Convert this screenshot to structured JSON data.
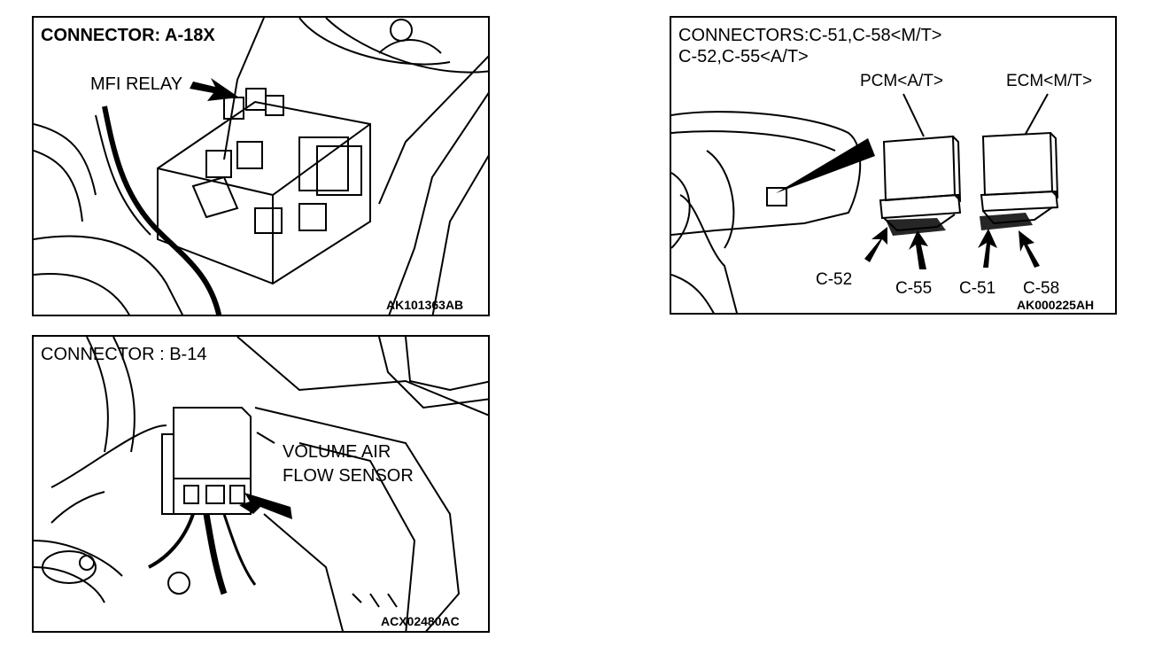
{
  "panels": {
    "a": {
      "title": "CONNECTOR: A-18X",
      "callout": "MFI RELAY",
      "figure_code": "AK101363AB"
    },
    "b": {
      "title": "CONNECTOR : B-14",
      "callout_line1": "VOLUME AIR",
      "callout_line2": "FLOW SENSOR",
      "figure_code": "ACX02480AC"
    },
    "c": {
      "title_line1": "CONNECTORS:C-51,C-58<M/T>",
      "title_line2": "C-52,C-55<A/T>",
      "pcm_label": "PCM<A/T>",
      "ecm_label": "ECM<M/T>",
      "labels": [
        "C-52",
        "C-55",
        "C-51",
        "C-58"
      ],
      "figure_code": "AK000225AH"
    }
  }
}
